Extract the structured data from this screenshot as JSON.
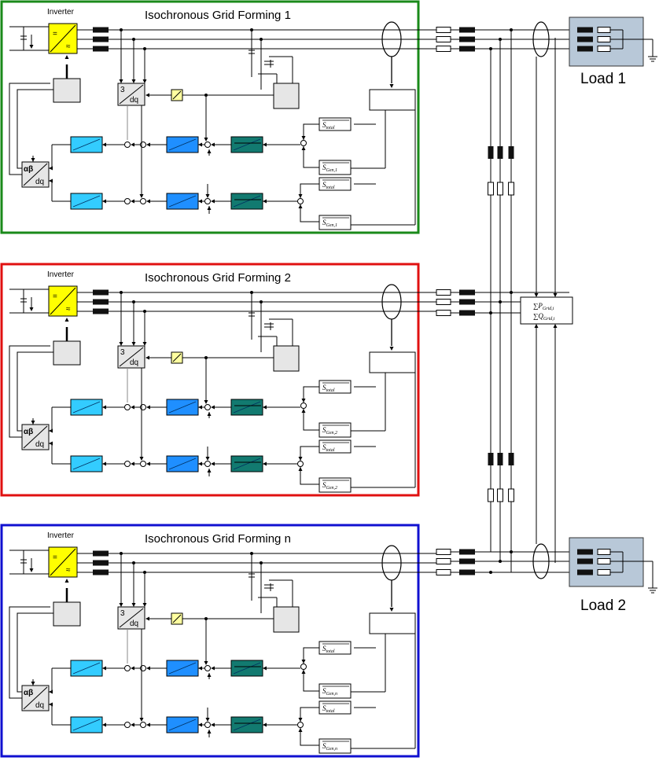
{
  "modules": [
    {
      "title": "Isochronous Grid Forming 1",
      "inverter_label": "Inverter",
      "s_total": "S",
      "s_total_sub": "total",
      "s_gen": "S",
      "s_gen_sub": "Gen,1",
      "border_color": "#1a8a1a"
    },
    {
      "title": "Isochronous Grid Forming 2",
      "inverter_label": "Inverter",
      "s_total": "S",
      "s_total_sub": "total",
      "s_gen": "S",
      "s_gen_sub": "Gen,2",
      "border_color": "#e01010"
    },
    {
      "title": "Isochronous Grid Forming n",
      "inverter_label": "Inverter",
      "s_total": "S",
      "s_total_sub": "total",
      "s_gen": "S",
      "s_gen_sub": "Gen,n",
      "border_color": "#1010d0"
    }
  ],
  "blocks": {
    "three": "3",
    "dq": "dq",
    "alpha_beta": "αβ",
    "inv_dc": "=",
    "inv_ac": "≈"
  },
  "loads": [
    {
      "label": "Load 1"
    },
    {
      "label": "Load 2"
    }
  ],
  "grid_sum": {
    "p": "∑P",
    "p_sub": "Grid,i",
    "q": "∑Q",
    "q_sub": "Grid,i"
  },
  "colors": {
    "inverter": "#ffff00",
    "light_blue": "#33ccff",
    "mid_blue": "#1f8fff",
    "teal": "#127a70",
    "load_fill": "#b8c8d8",
    "block_gray": "#e6e6e6",
    "small_yellow": "#ffffa0"
  }
}
